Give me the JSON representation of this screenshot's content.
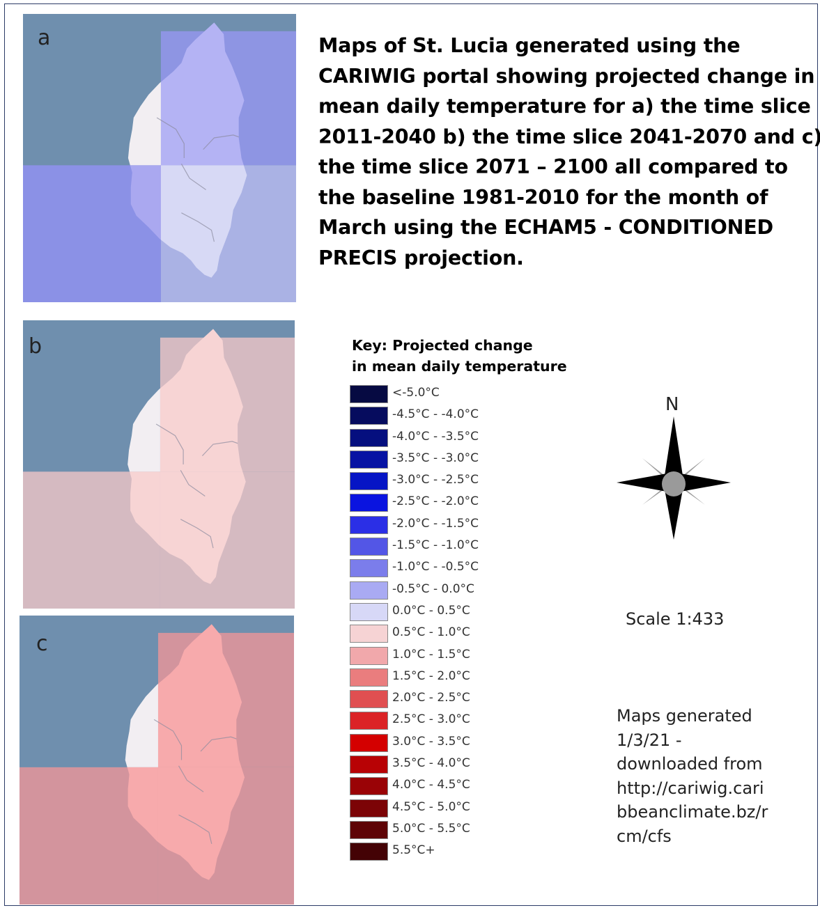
{
  "maps": [
    {
      "letter": "a",
      "colors": {
        "sea": "#6f8fae",
        "cell_tr": "#8e95e3",
        "cell_bl": "#8b91e6",
        "cell_br": "#aab2e4",
        "island_tr": "#b4b3f4",
        "island_bl": "#aaa8f0",
        "island_br": "#d7d9f5",
        "island_tl": "#f2eef2"
      }
    },
    {
      "letter": "b",
      "colors": {
        "sea": "#6f8fae",
        "cell_tr": "#d5bac1",
        "cell_bl": "#d5bac1",
        "cell_br": "#d5bac1",
        "island_tr": "#f7d4d4",
        "island_bl": "#f7d4d4",
        "island_br": "#f7d4d4",
        "island_tl": "#f2eef2"
      }
    },
    {
      "letter": "c",
      "colors": {
        "sea": "#6f8fae",
        "cell_tr": "#d3949d",
        "cell_bl": "#d3949d",
        "cell_br": "#d3949d",
        "island_tr": "#f7aaac",
        "island_bl": "#f7aaac",
        "island_br": "#f7aaac",
        "island_tl": "#f2eef2"
      }
    }
  ],
  "caption": [
    "Maps of St. Lucia generated using the",
    "CARIWIG portal showing projected change in",
    "mean daily temperature for a) the time slice",
    "2011-2040 b) the time slice 2041-2070 and c)",
    "the time  slice 2071 – 2100  all compared to",
    "the baseline 1981-2010 for the month of",
    "March using the ECHAM5 - CONDITIONED",
    "PRECIS projection."
  ],
  "legend": {
    "title": [
      "Key: Projected change",
      "in mean daily temperature"
    ],
    "items": [
      {
        "label": "<-5.0°C",
        "color": "#060a42"
      },
      {
        "label": "-4.5°C - -4.0°C",
        "color": "#060c5e"
      },
      {
        "label": "-4.0°C - -3.5°C",
        "color": "#050f7f"
      },
      {
        "label": "-3.5°C - -3.0°C",
        "color": "#0713a3"
      },
      {
        "label": "-3.0°C - -2.5°C",
        "color": "#0615c5"
      },
      {
        "label": "-2.5°C - -2.0°C",
        "color": "#0a14e0"
      },
      {
        "label": "-2.0°C - -1.5°C",
        "color": "#2b2fe6"
      },
      {
        "label": "-1.5°C - -1.0°C",
        "color": "#5356e6"
      },
      {
        "label": "-1.0°C - -0.5°C",
        "color": "#7b7deb"
      },
      {
        "label": "-0.5°C - 0.0°C",
        "color": "#a9aaf3"
      },
      {
        "label": "0.0°C - 0.5°C",
        "color": "#d7d8f7"
      },
      {
        "label": "0.5°C - 1.0°C",
        "color": "#f6d3d4"
      },
      {
        "label": "1.0°C - 1.5°C",
        "color": "#f1a8ab"
      },
      {
        "label": "1.5°C - 2.0°C",
        "color": "#ea7d7e"
      },
      {
        "label": "2.0°C - 2.5°C",
        "color": "#e04f51"
      },
      {
        "label": "2.5°C - 3.0°C",
        "color": "#db2326"
      },
      {
        "label": "3.0°C - 3.5°C",
        "color": "#d40000"
      },
      {
        "label": "3.5°C - 4.0°C",
        "color": "#b80205"
      },
      {
        "label": "4.0°C - 4.5°C",
        "color": "#9a0306"
      },
      {
        "label": "4.5°C - 5.0°C",
        "color": "#7c0406"
      },
      {
        "label": "5.0°C - 5.5°C",
        "color": "#5e0406"
      },
      {
        "label": "5.5°C+",
        "color": "#440205"
      }
    ]
  },
  "north_label": "N",
  "scale": "Scale 1:433",
  "note": [
    "Maps generated",
    "1/3/21 -",
    "downloaded from",
    "http://cariwig.cari",
    "bbeanclimate.bz/r",
    "cm/cfs"
  ]
}
